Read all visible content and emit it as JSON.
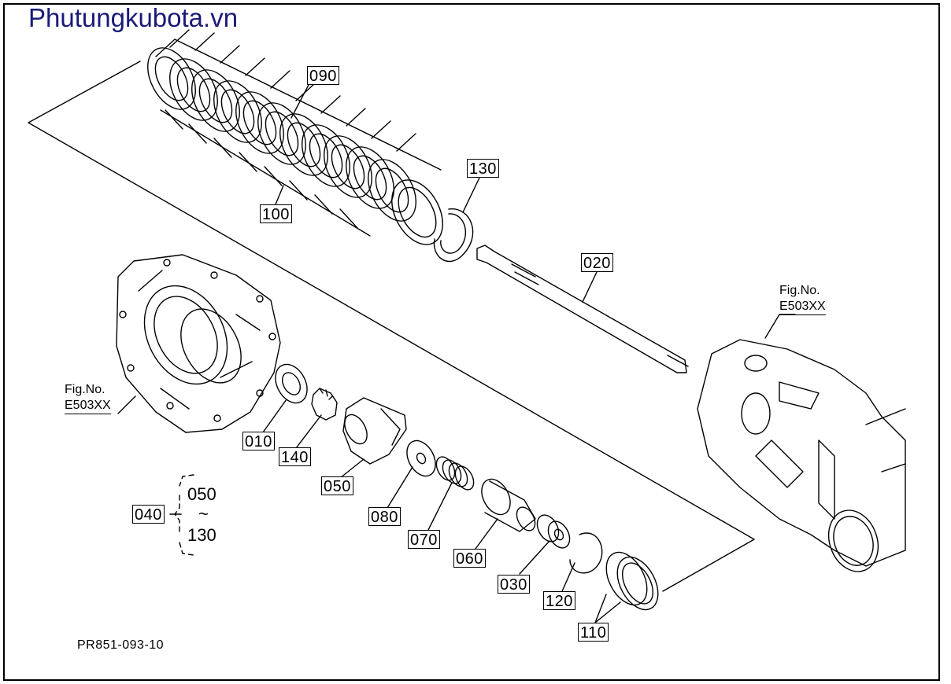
{
  "watermark": "Phutungkubota.vn",
  "drawing_id": "PR851-093-10",
  "callouts": {
    "p090": "090",
    "p100": "100",
    "p130": "130",
    "p020": "020",
    "p010": "010",
    "p140": "140",
    "p050": "050",
    "p080": "080",
    "p070": "070",
    "p060": "060",
    "p030": "030",
    "p120": "120",
    "p110": "110",
    "p040": "040"
  },
  "kit_range": {
    "from": "050",
    "tilde": "~",
    "to": "130"
  },
  "fig_refs": {
    "left": {
      "label": "Fig.No.",
      "code": "E503XX"
    },
    "right": {
      "label": "Fig.No.",
      "code": "E503XX"
    }
  },
  "colors": {
    "ink": "#000000",
    "watermark": "#1a1a7a",
    "background": "#ffffff"
  }
}
